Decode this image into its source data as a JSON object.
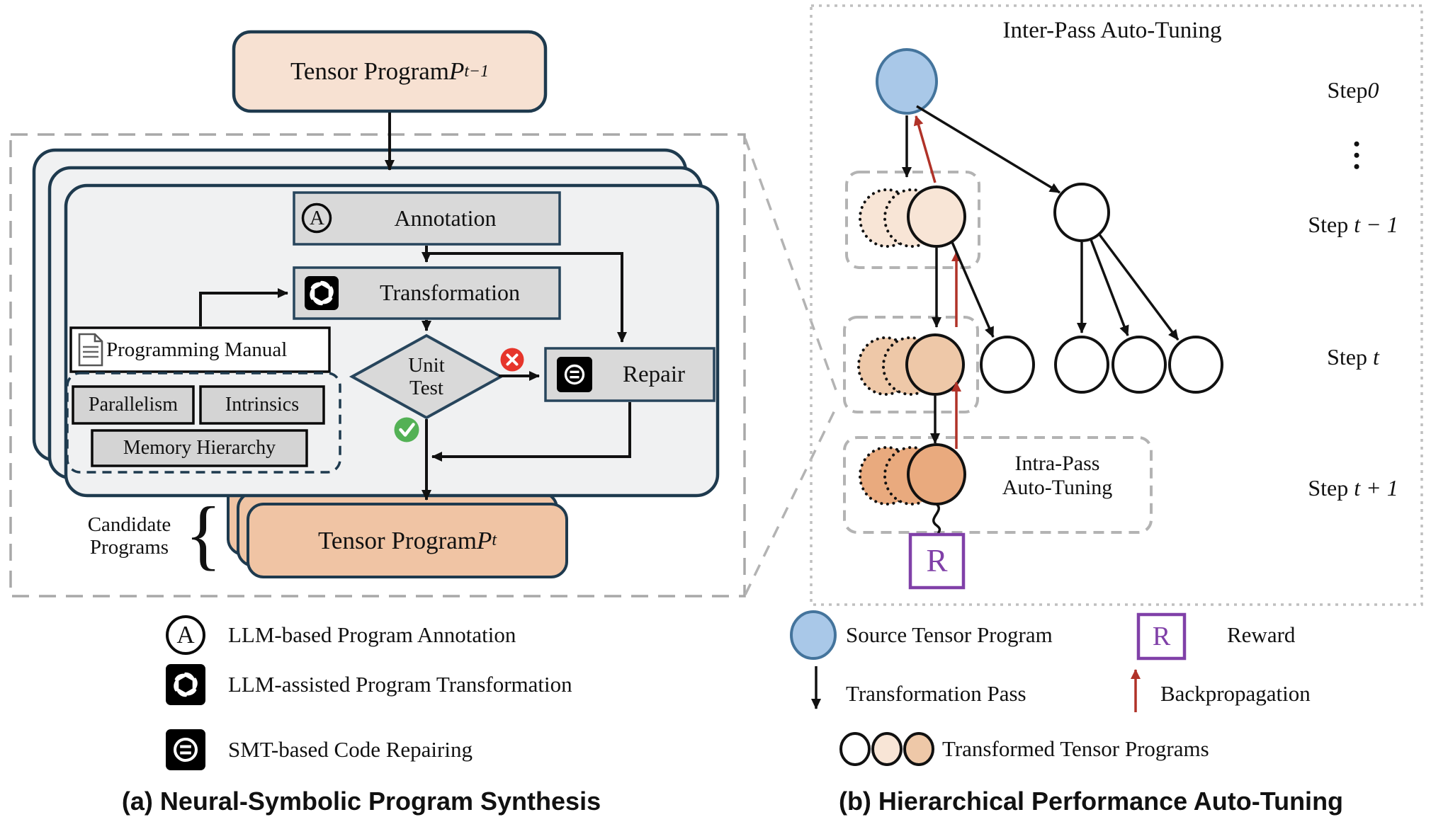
{
  "panel_a": {
    "program_in": {
      "label": "Tensor Program ",
      "var": "P",
      "sub": "t−1"
    },
    "annotation_icon_letter": "A",
    "annotation_box": "Annotation",
    "transformation_box": "Transformation",
    "programming_manual": "Programming Manual",
    "knowledge": [
      "Parallelism",
      "Intrinsics",
      "Memory Hierarchy"
    ],
    "unit_test": [
      "Unit",
      "Test"
    ],
    "repair_box": "Repair",
    "candidate_label": [
      "Candidate",
      "Programs"
    ],
    "candidate_brace": "{",
    "program_out": {
      "label": "Tensor Program ",
      "var": "P",
      "sub": "t"
    },
    "legend": [
      {
        "icon": "circle-a-icon",
        "text": "LLM-based Program Annotation"
      },
      {
        "icon": "openai-logo-icon",
        "text": "LLM-assisted Program Transformation"
      },
      {
        "icon": "smt-equals-icon",
        "text": "SMT-based Code Repairing"
      }
    ],
    "caption": "(a) Neural-Symbolic Program Synthesis"
  },
  "panel_b": {
    "title": "Inter-Pass Auto-Tuning",
    "steps": {
      "s0": {
        "prefix": "Step ",
        "math": "0"
      },
      "ellipsis_dot": "•",
      "st_minus": {
        "prefix": "Step ",
        "math": "t − 1"
      },
      "st": {
        "prefix": "Step ",
        "math": "t"
      },
      "st_plus": {
        "prefix": "Step ",
        "math": "t + 1"
      }
    },
    "intra_pass": [
      "Intra-Pass",
      "Auto-Tuning"
    ],
    "reward_symbol": "R",
    "legend": {
      "source": "Source Tensor Program",
      "reward_symbol": "R",
      "reward": "Reward",
      "transformation_pass": "Transformation Pass",
      "backpropagation": "Backpropagation",
      "transformed": "Transformed Tensor Programs"
    },
    "caption": "(b) Hierarchical Performance Auto-Tuning"
  },
  "colors": {
    "navy_border": "#1e3a4e",
    "box_gray": "#d9d9d9",
    "panel_gray": "#f0f1f2",
    "peach_input": "#f7e1d2",
    "peach_stack": "#f0c4a4",
    "peach_light": "#f8e5d6",
    "peach_mid": "#eec8a8",
    "peach_deep": "#e9aa7e",
    "source_blue": "#a9c8e8",
    "backprop_red": "#b03228",
    "reward_purple": "#8040a8",
    "fail_red": "#e6352b",
    "pass_green": "#53b155",
    "dash_gray": "#a8a8a8"
  }
}
